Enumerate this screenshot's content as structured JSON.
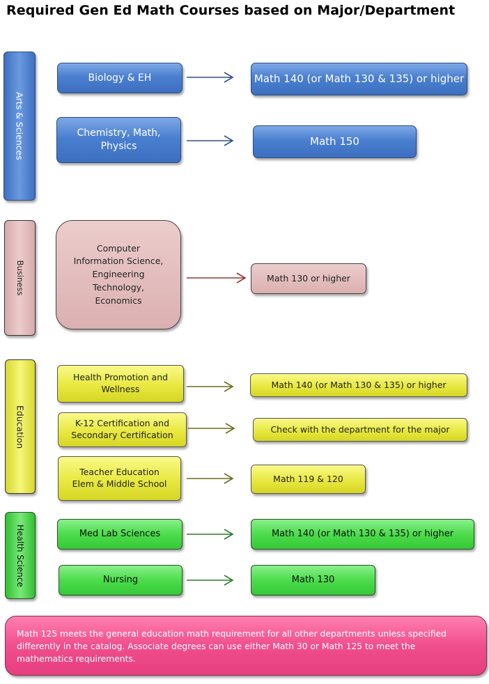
{
  "title": "Required Gen Ed Math Courses based on Major/Department",
  "sections": {
    "arts": {
      "label": "Arts & Sciences",
      "rows": [
        {
          "major": "Biology & EH",
          "requirement": "Math 140 (or Math 130 & 135) or higher"
        },
        {
          "major": "Chemistry, Math, Physics",
          "requirement": "Math 150"
        }
      ]
    },
    "business": {
      "label": "Business",
      "rows": [
        {
          "major": "Computer Information Science, Engineering Technology, Economics",
          "requirement": "Math 130 or higher"
        }
      ]
    },
    "education": {
      "label": "Education",
      "rows": [
        {
          "major": "Health Promotion and Wellness",
          "requirement": "Math 140 (or Math 130 & 135) or higher"
        },
        {
          "major": "K-12 Certification and Secondary Certification",
          "requirement": "Check with the department for the major"
        },
        {
          "major": "Teacher Education Elem & Middle School",
          "requirement": "Math 119 & 120"
        }
      ]
    },
    "health": {
      "label": "Health Science",
      "rows": [
        {
          "major": "Med Lab Sciences",
          "requirement": "Math 140 (or Math 130 & 135) or higher"
        },
        {
          "major": "Nursing",
          "requirement": "Math 130"
        }
      ]
    }
  },
  "note": "Math 125 meets the general education math requirement for all other departments unless specified differently in the catalog.  Associate degrees can use either Math 30 or Math 125 to meet the mathematics requirements.",
  "colors": {
    "arts": "#4a7fd0",
    "business": "#dbb0b0",
    "education": "#e8e840",
    "health": "#4cdc4c",
    "note": "#f04e8e",
    "arrow_arts": "#2f4f8f",
    "arrow_business": "#9a3434",
    "arrow_education": "#6b6b1a",
    "arrow_health": "#2a7a2a"
  }
}
